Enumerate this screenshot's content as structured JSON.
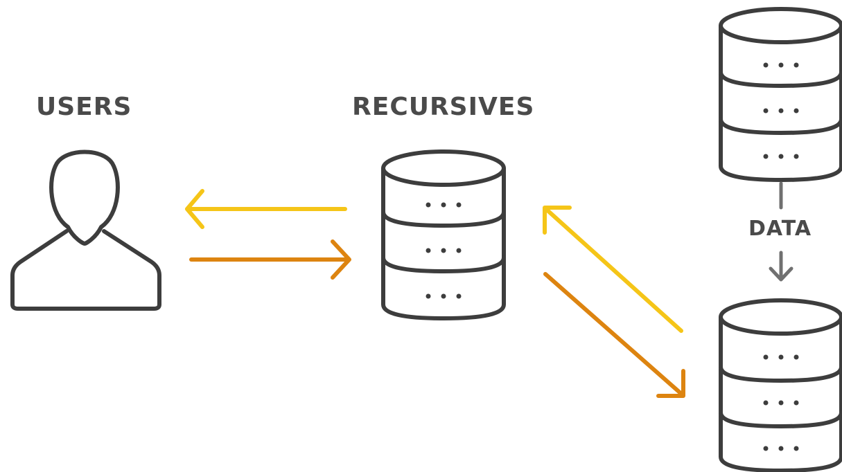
{
  "labels": {
    "users": "USERS",
    "recursives": "RECURSIVES",
    "data": "DATA"
  },
  "colors": {
    "outline": "#3d3d3d",
    "data_arrow": "#707070",
    "response_arrow": "#f5c518",
    "request_arrow": "#dd8410",
    "background": "#ffffff"
  },
  "icons": [
    "user-icon",
    "database-icon",
    "arrow-icon"
  ]
}
